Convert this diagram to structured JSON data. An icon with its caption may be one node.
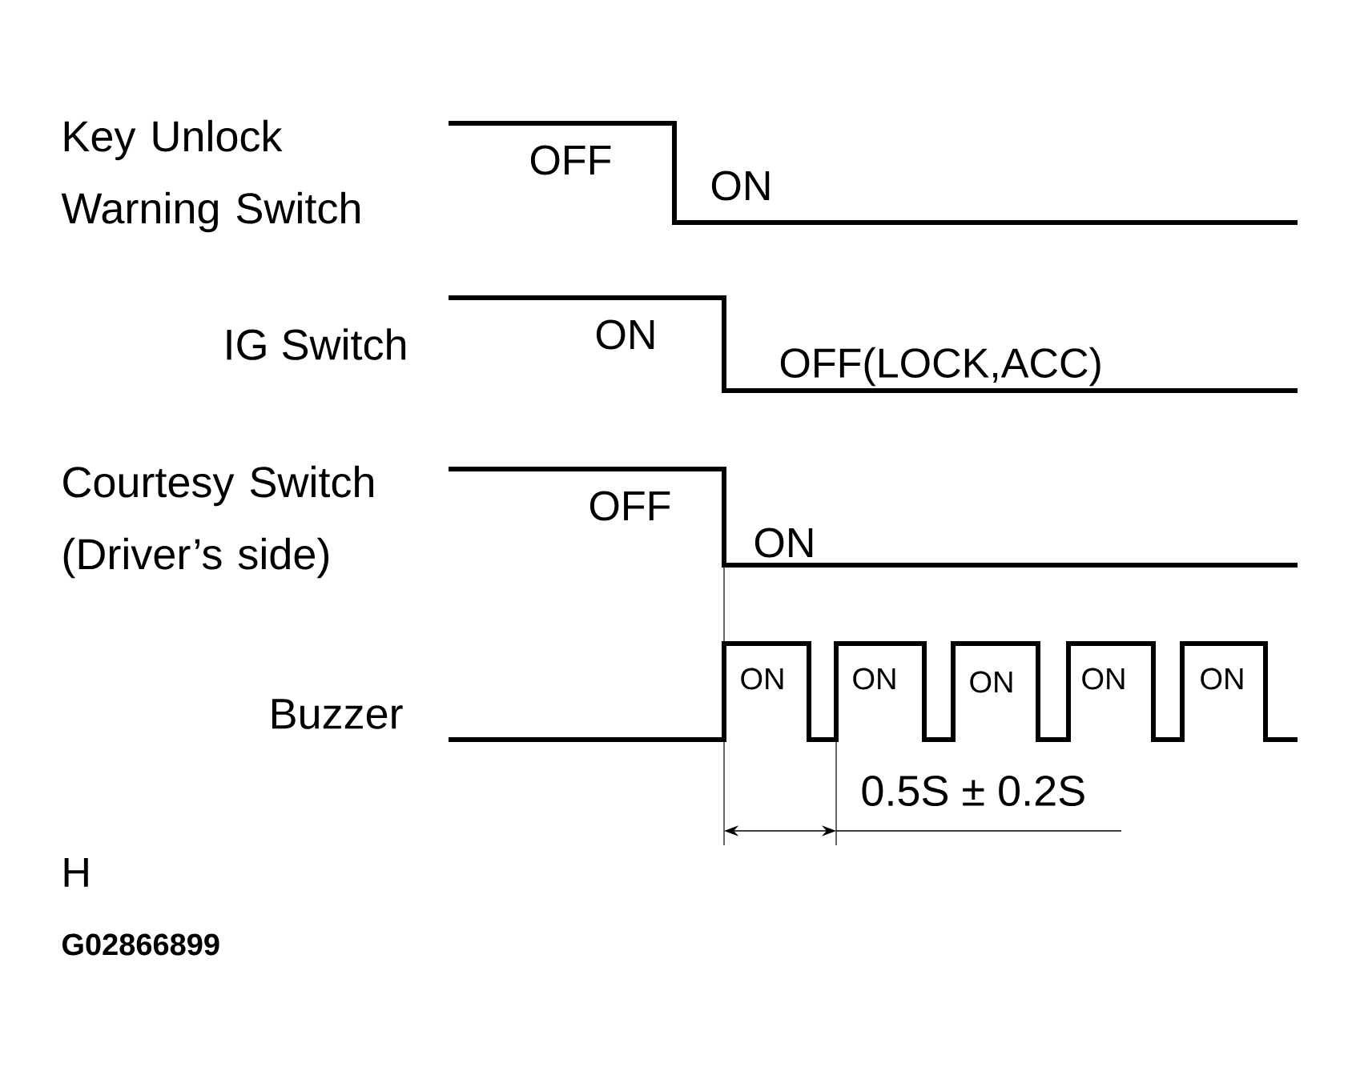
{
  "diagram": {
    "labels": [
      "Key Unlock Warning Switch",
      "OFF",
      "ON",
      "IG Switch",
      "ON",
      "OFF(LOCK,ACC)",
      "Courtesy Switch (Driver’s side)",
      "OFF",
      "ON",
      "Buzzer",
      "ON",
      "ON",
      "ON",
      "ON",
      "ON",
      "0.5S ± 0.2S",
      "H",
      "G02866899"
    ]
  }
}
